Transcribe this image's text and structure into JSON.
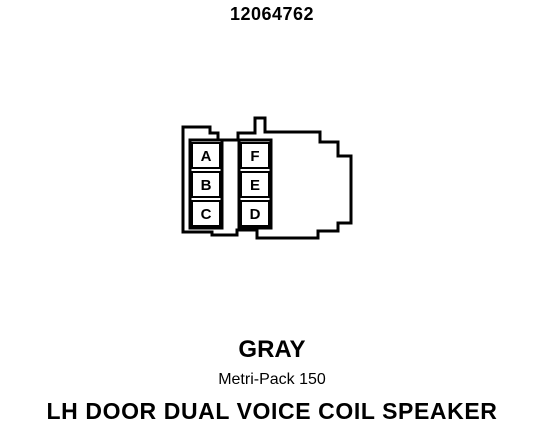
{
  "part_number": "12064762",
  "connector": {
    "pins": [
      {
        "label": "A"
      },
      {
        "label": "B"
      },
      {
        "label": "C"
      },
      {
        "label": "F"
      },
      {
        "label": "E"
      },
      {
        "label": "D"
      }
    ]
  },
  "color": "GRAY",
  "connector_family": "Metri-Pack 150",
  "title": "LH DOOR DUAL VOICE COIL SPEAKER"
}
